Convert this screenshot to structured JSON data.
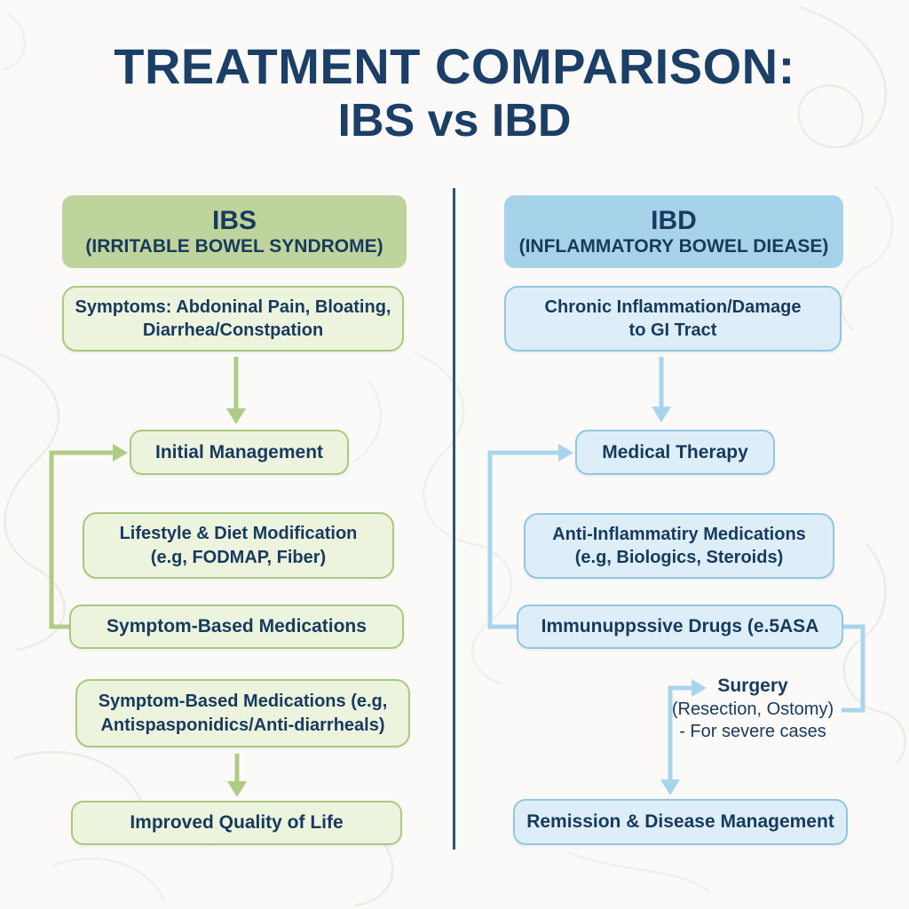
{
  "title": {
    "line1": "TREATMENT COMPARISON:",
    "line2": "IBS vs IBD"
  },
  "colors": {
    "background": "#fbfaf8",
    "title_navy": "#1b3f66",
    "text_navy": "#173a5e",
    "divider_navy": "#2b5577",
    "green_header_fill": "#bfd49c",
    "green_box_fill": "#edf4de",
    "green_border": "#a9c97f",
    "green_arrow": "#afcc86",
    "blue_header_fill": "#a6d3ea",
    "blue_box_fill": "#ddeef8",
    "blue_border": "#92c7e1",
    "blue_arrow": "#a9d5ec"
  },
  "ibs": {
    "header": {
      "abbr": "IBS",
      "full": "(IRRITABLE BOWEL SYNDROME)"
    },
    "symptoms": {
      "line1": "Symptoms: Abdoninal Pain, Bloating,",
      "line2": "Diarrhea/Constpation"
    },
    "initial_management": "Initial Management",
    "lifestyle": {
      "line1": "Lifestyle & Diet Modification",
      "line2": "(e.g, FODMAP, Fiber)"
    },
    "symptom_meds": "Symptom-Based Medications",
    "symptom_meds_eg": {
      "line1": "Symptom-Based Medications (e.g,",
      "line2": "Antispasponidics/Anti-diarrheals)"
    },
    "outcome": "Improved Quality of Life"
  },
  "ibd": {
    "header": {
      "abbr": "IBD",
      "full": "(INFLAMMATORY BOWEL DIEASE)"
    },
    "chronic": {
      "line1": "Chronic Inflammation/Damage",
      "line2": "to GI Tract"
    },
    "medical_therapy": "Medical Therapy",
    "anti_inflammatory": {
      "line1": "Anti-Inflammatiry Medications",
      "line2": "(e.g, Biologics, Steroids)"
    },
    "immunosuppressive": "Immunuppssive Drugs (e.5ASA",
    "surgery": {
      "line1": "Surgery",
      "line2": "(Resection, Ostomy)",
      "line3": "- For severe cases"
    },
    "outcome": "Remission & Disease Management"
  }
}
